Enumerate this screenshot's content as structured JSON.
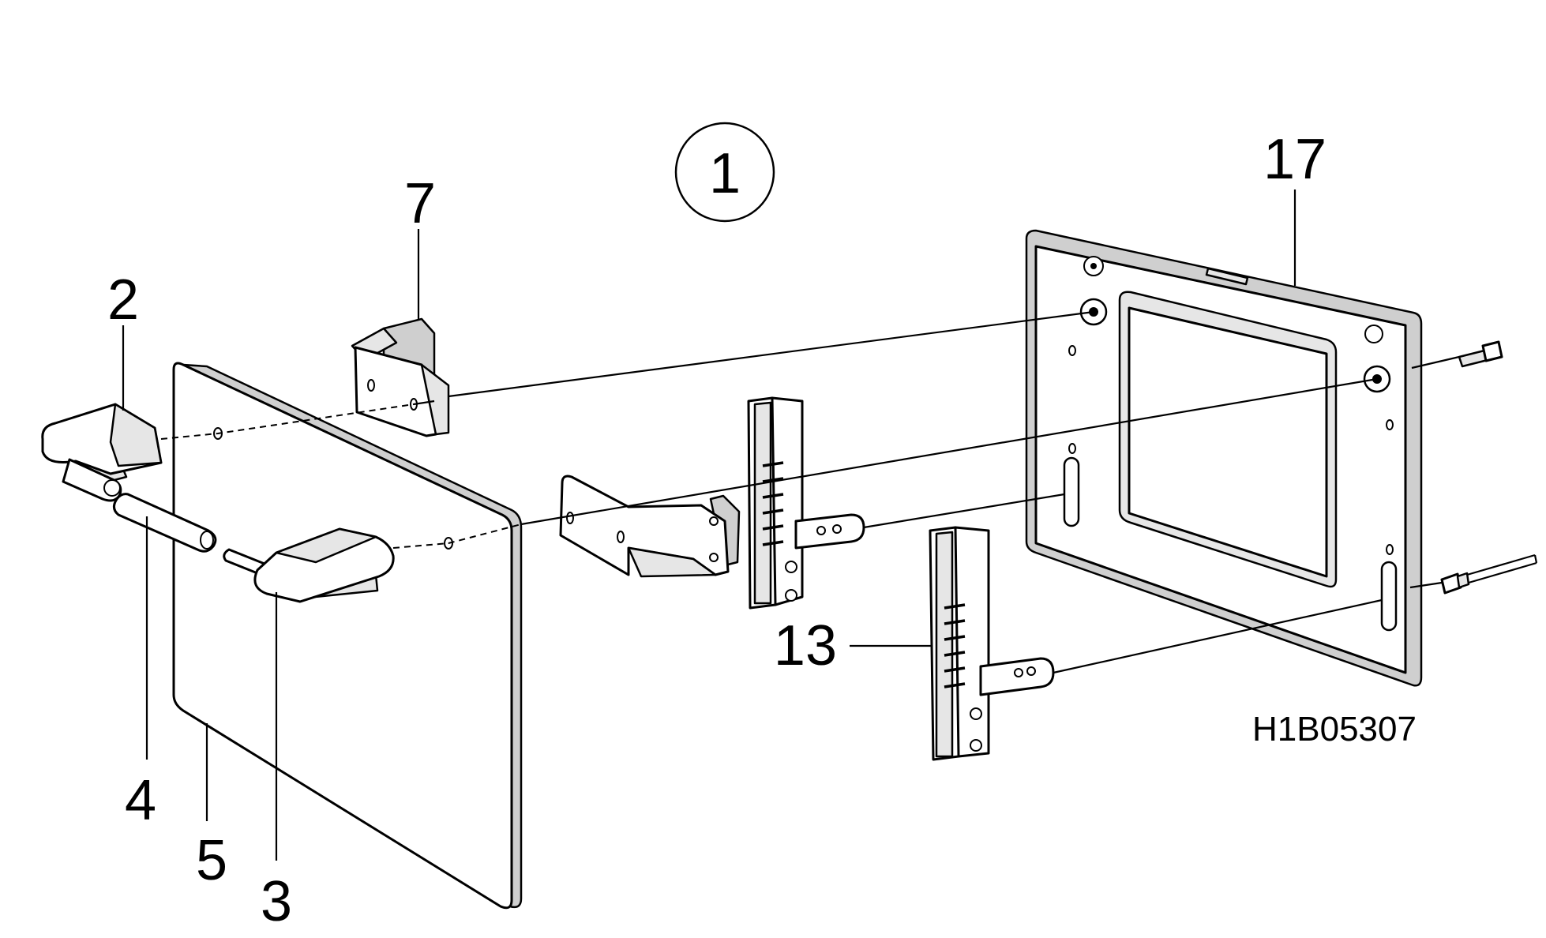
{
  "diagram": {
    "assembly_label": "1",
    "drawing_code": "H1B05307",
    "callouts": {
      "c2": "2",
      "c3": "3",
      "c4": "4",
      "c5": "5",
      "c7": "7",
      "c13": "13",
      "c17": "17"
    }
  }
}
